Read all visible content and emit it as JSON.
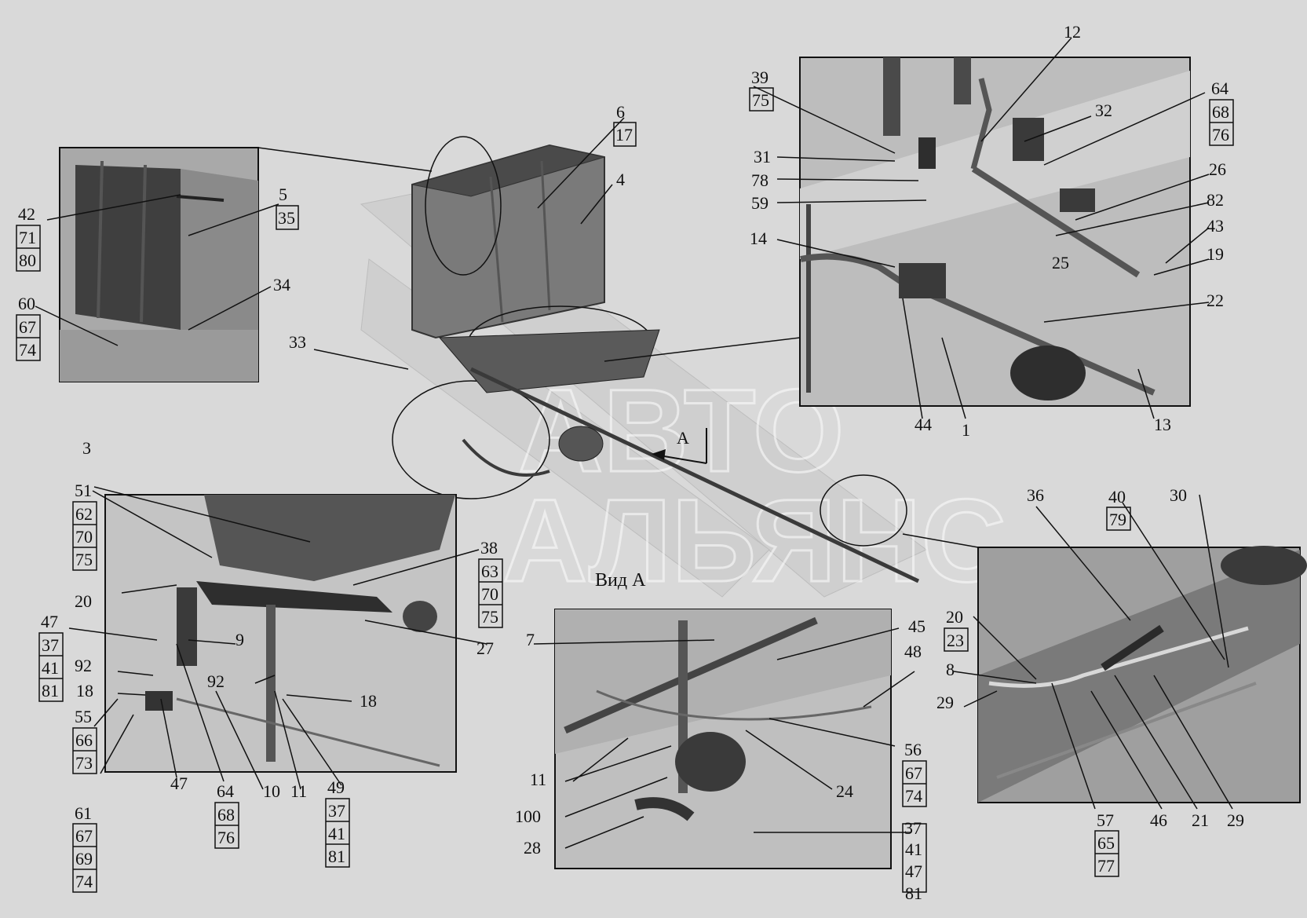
{
  "diagram": {
    "watermark": {
      "line1": "АВТО",
      "line2": "АЛЬЯНС"
    },
    "view_title": "Вид А",
    "arrow_label": "А",
    "callouts": [
      "1",
      "3",
      "4",
      "5",
      "6",
      "7",
      "8",
      "9",
      "10",
      "11",
      "11",
      "11",
      "12",
      "13",
      "14",
      "18",
      "18",
      "19",
      "20",
      "20",
      "21",
      "22",
      "24",
      "25",
      "26",
      "27",
      "28",
      "29",
      "29",
      "30",
      "31",
      "32",
      "33",
      "34",
      "36",
      "43",
      "44",
      "45",
      "46",
      "47",
      "47",
      "48",
      "59",
      "78",
      "82",
      "92",
      "92",
      "100"
    ],
    "stacks": {
      "s6": [
        "17"
      ],
      "s5": [
        "35"
      ],
      "s42": [
        "71",
        "80"
      ],
      "s60": [
        "67",
        "74"
      ],
      "s39": [
        "75"
      ],
      "s64a": [
        "68",
        "76"
      ],
      "s51": [
        "62",
        "70",
        "75"
      ],
      "s38": [
        "63",
        "70",
        "75"
      ],
      "s47": [
        "37",
        "41",
        "81"
      ],
      "s55": [
        "66",
        "73"
      ],
      "s61": [
        "67",
        "69",
        "74"
      ],
      "s64b": [
        "68",
        "76"
      ],
      "s49": [
        "37",
        "41",
        "81"
      ],
      "s56": [
        "67",
        "74"
      ],
      "s37": [
        "41",
        "47",
        "81"
      ],
      "s40": [
        "79"
      ],
      "s20": [
        "23"
      ],
      "s57": [
        "65",
        "77"
      ]
    }
  }
}
